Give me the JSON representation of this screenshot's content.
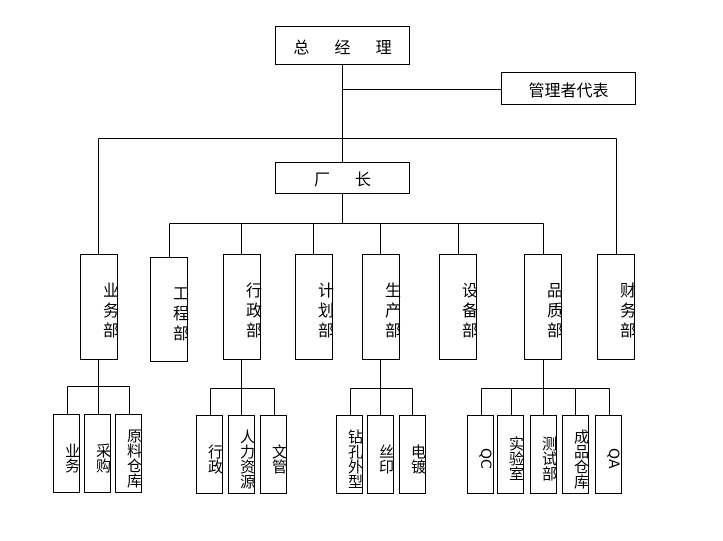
{
  "org": {
    "general_manager": "总 经 理",
    "management_rep": "管理者代表",
    "plant_manager": "厂  长",
    "departments": [
      {
        "key": "business",
        "label": "业务部"
      },
      {
        "key": "engineering",
        "label": "工程部"
      },
      {
        "key": "admin",
        "label": "行政部"
      },
      {
        "key": "planning",
        "label": "计划部"
      },
      {
        "key": "production",
        "label": "生产部"
      },
      {
        "key": "equipment",
        "label": "设备部"
      },
      {
        "key": "quality",
        "label": "品质部"
      },
      {
        "key": "finance",
        "label": "财务部"
      }
    ],
    "business_sub": [
      "业务",
      "采购",
      "原料仓库"
    ],
    "admin_sub": [
      "行政",
      "人力资源",
      "文管"
    ],
    "production_sub": [
      "钻孔外型",
      "丝印",
      "电镀"
    ],
    "quality_sub": [
      "QC",
      "实验室",
      "测试部",
      "成品仓库",
      "QA"
    ]
  }
}
